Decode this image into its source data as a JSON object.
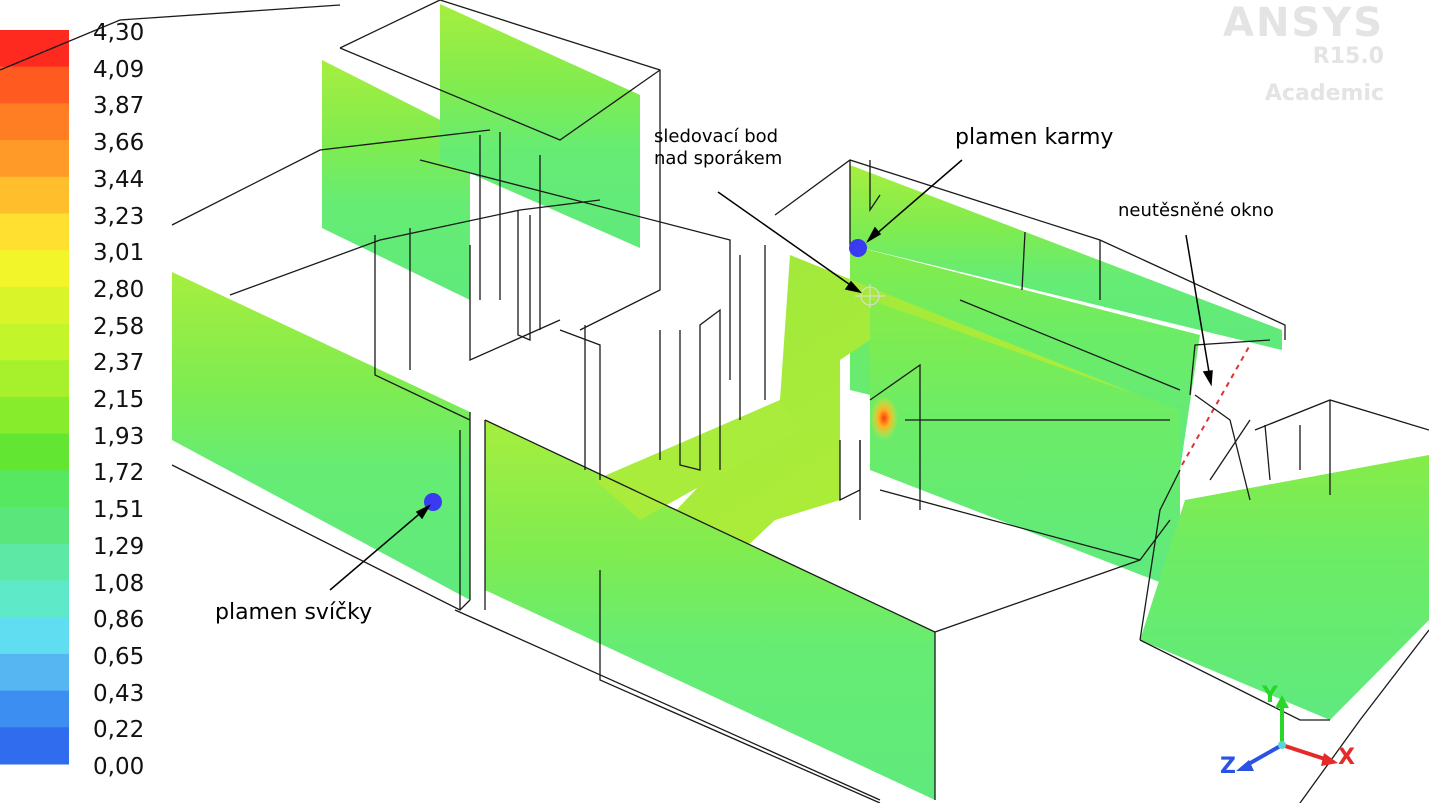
{
  "legend": {
    "labels": [
      "4,30",
      "4,09",
      "3,87",
      "3,66",
      "3,44",
      "3,23",
      "3,01",
      "2,80",
      "2,58",
      "2,37",
      "2,15",
      "1,93",
      "1,72",
      "1,51",
      "1,29",
      "1,08",
      "0,86",
      "0,65",
      "0,43",
      "0,22",
      "0,00"
    ],
    "colors": [
      "#ff2a1f",
      "#ff5a1f",
      "#ff7e24",
      "#ff9a28",
      "#ffbe2c",
      "#ffe030",
      "#f2f52a",
      "#d9f52a",
      "#c2f52a",
      "#a6f02c",
      "#86ec2c",
      "#62e632",
      "#56e860",
      "#5ae67a",
      "#5de8a6",
      "#5eeac8",
      "#60ddf0",
      "#55b6f2",
      "#3c8ef0",
      "#2f6cee",
      "#2952ec"
    ]
  },
  "annotations": {
    "monitor_point": "sledovací bod\nnad sporákem",
    "gas_heater_flame": "plamen karmy",
    "leaky_window": "neutěsněné okno",
    "candle_flame": "plamen svíčky"
  },
  "logo": {
    "brand": "ANSYS",
    "line2": "R15.0",
    "line3": "Academic"
  },
  "axes": {
    "y": "Y",
    "z": "Z",
    "x": "X"
  },
  "colors": {
    "green_main": "#66f07c",
    "green_light": "#8ff06a",
    "yellow_green": "#b6ef3a",
    "marker": "#3a3af0",
    "hotspot": "#ff4a10"
  }
}
